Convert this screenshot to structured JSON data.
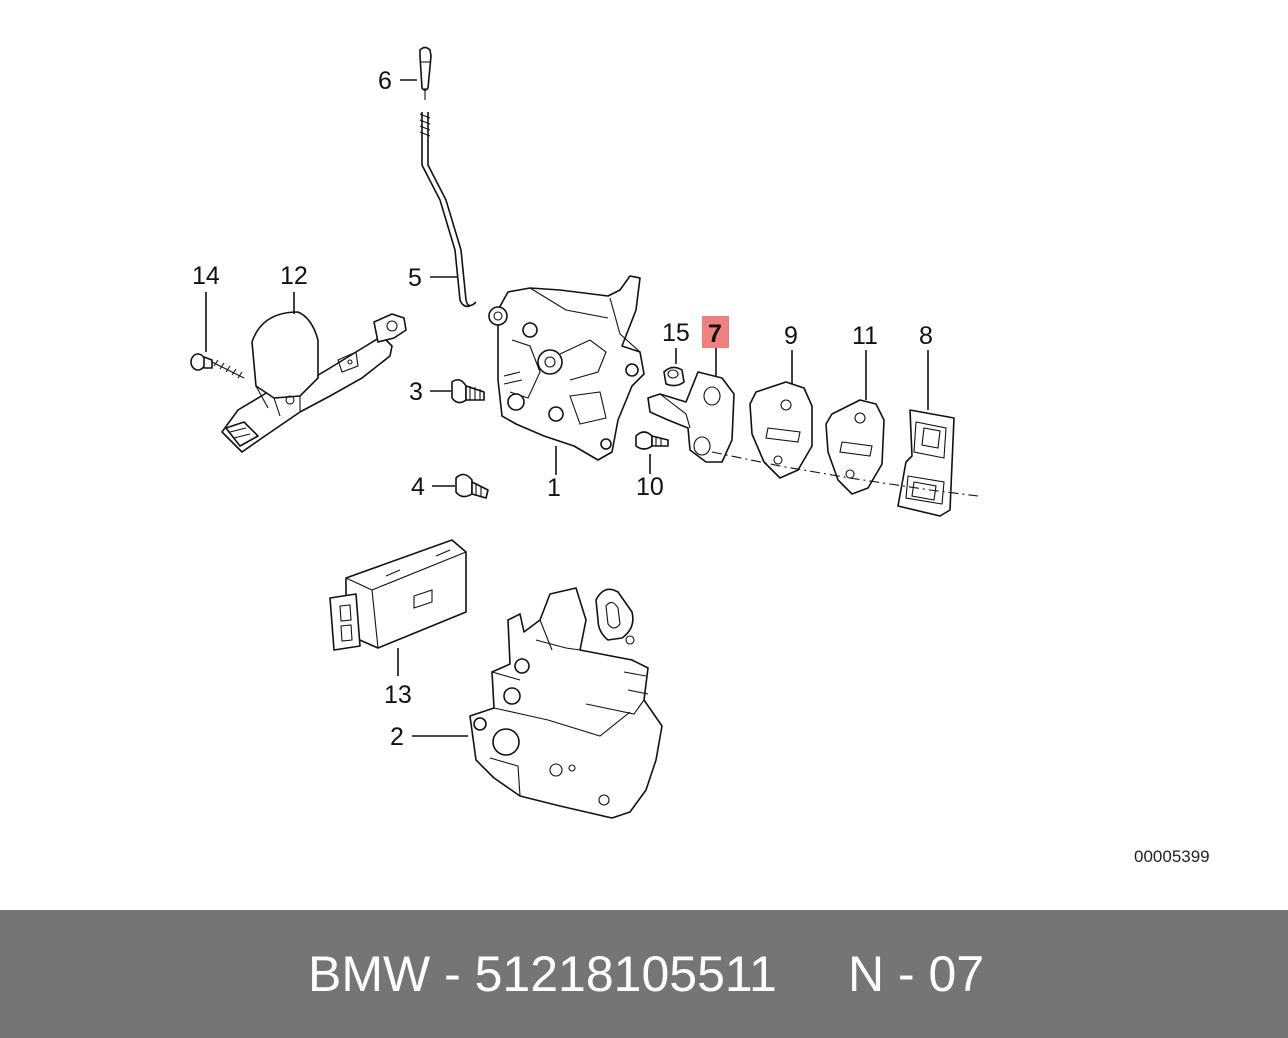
{
  "diagram": {
    "labels": {
      "p1": "1",
      "p2": "2",
      "p3": "3",
      "p4": "4",
      "p5": "5",
      "p6": "6",
      "p7": "7",
      "p8": "8",
      "p9": "9",
      "p10": "10",
      "p11": "11",
      "p12": "12",
      "p13": "13",
      "p14": "14",
      "p15": "15"
    },
    "highlighted_part": "7",
    "highlight_color": "#f08080",
    "reference_number": "00005399"
  },
  "footer": {
    "brand_part": "BMW - 51218105511",
    "page_ref": "N - 07",
    "background_color": "#757575",
    "text_color": "#ffffff"
  }
}
